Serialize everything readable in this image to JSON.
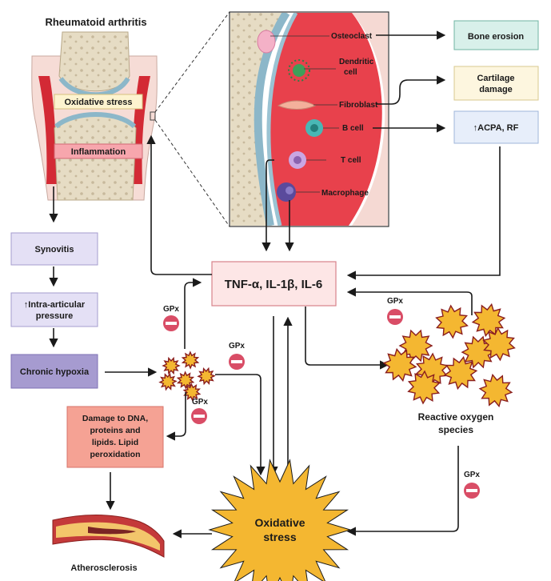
{
  "title": "Rheumatoid arthritis",
  "joint": {
    "oxidative_stress": "Oxidative stress",
    "inflammation": "Inflammation"
  },
  "cells": {
    "osteoclast": "Osteoclast",
    "dendritic_line1": "Dendritic",
    "dendritic_line2": "cell",
    "fibroblast": "Fibroblast",
    "b_cell": "B cell",
    "t_cell": "T cell",
    "macrophage": "Macrophage"
  },
  "outcomes": {
    "bone_erosion": "Bone erosion",
    "cartilage_line1": "Cartilage",
    "cartilage_line2": "damage",
    "acpa": "↑ACPA, RF"
  },
  "cytokines": "TNF-α, IL-1β, IL-6",
  "left_chain": {
    "synovitis": "Synovitis",
    "pressure_line1": "↑Intra-articular",
    "pressure_line2": "pressure",
    "hypoxia": "Chronic hypoxia"
  },
  "damage": {
    "line1": "Damage to DNA,",
    "line2": "proteins and",
    "line3": "lipids. Lipid",
    "line4": "peroxidation"
  },
  "ros": {
    "line1": "Reactive oxygen",
    "line2": "species"
  },
  "oxidative": {
    "line1": "Oxidative",
    "line2": "stress"
  },
  "atherosclerosis": "Atherosclerosis",
  "gpx": "GPx",
  "colors": {
    "synovium_red": "#e8414c",
    "cytokine_box": "#fde6e6",
    "cytokine_border": "#d7828a",
    "left_box": "#e4e0f5",
    "hypoxia_box": "#a69bd0",
    "bone_erosion_box": "#d8f0ea",
    "cartilage_box": "#fdf6df",
    "acpa_box": "#e7eefa",
    "damage_box": "#f5a294",
    "ros_star": "#f4b731",
    "star_edge": "#8a1e1e",
    "inhibit": "#d94d66"
  }
}
